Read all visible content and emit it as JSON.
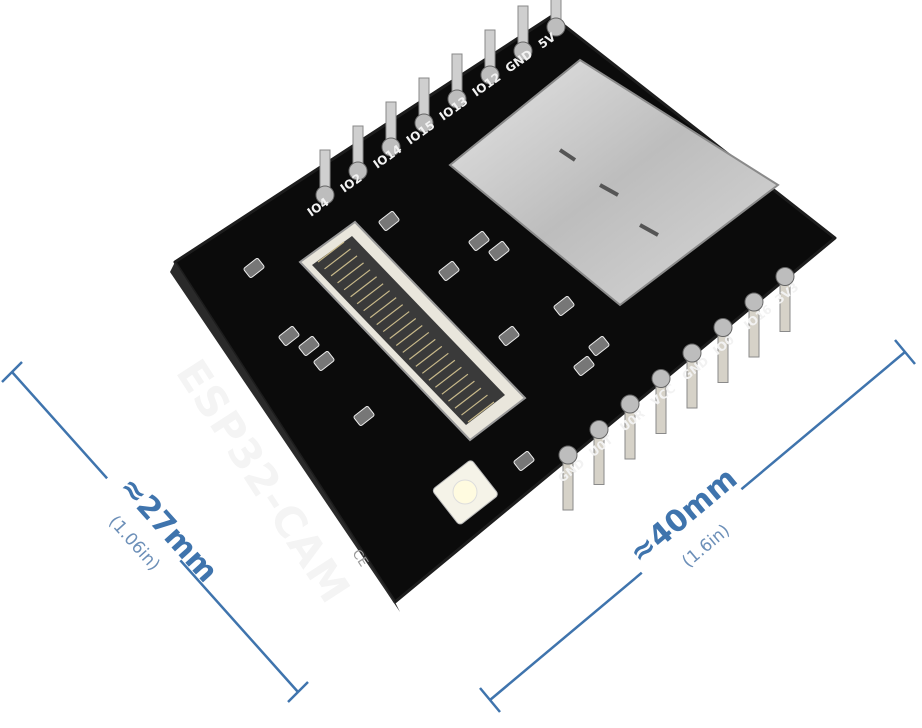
{
  "board": {
    "name_label": "ESP32-CAM",
    "mark": "CE",
    "top_header_pins": [
      "IO4",
      "IO2",
      "IO14",
      "IO15",
      "IO13",
      "IO12",
      "GND",
      "5V"
    ],
    "bottom_header_pins": [
      "GND",
      "U0T",
      "U0R",
      "VCC",
      "GND",
      "IO0",
      "IO16",
      "3V3"
    ]
  },
  "dimensions": {
    "width": {
      "label": "≈27mm",
      "sub": "(1.06in)"
    },
    "length": {
      "label": "≈40mm",
      "sub": "(1.6in)"
    },
    "line_color": "#3f74ad"
  }
}
